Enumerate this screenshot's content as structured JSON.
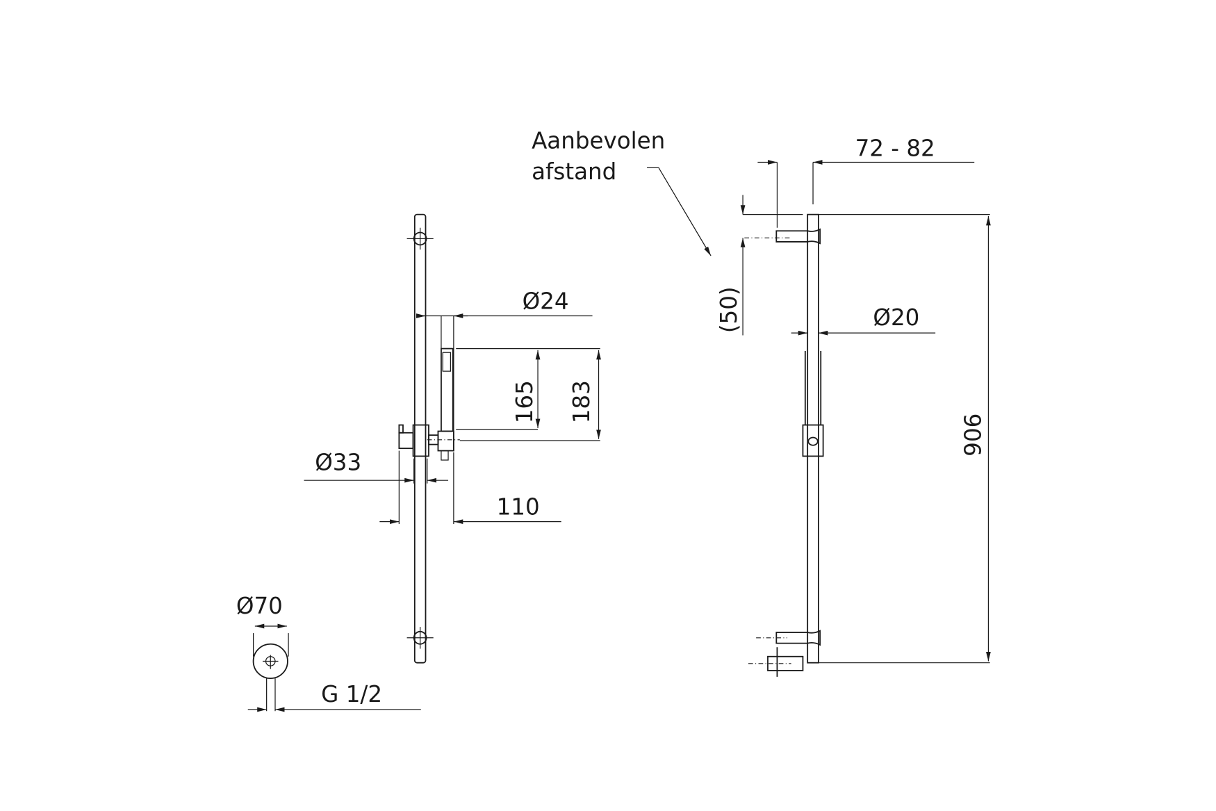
{
  "colors": {
    "line": "#1a1a1a",
    "background": "#ffffff"
  },
  "front_view": {
    "dim_hand_shower_diameter": "Ø24",
    "dim_hand_shower_length": "165",
    "dim_hand_shower_total": "183",
    "dim_slider_diameter": "Ø33",
    "dim_projection": "110"
  },
  "wall_outlet": {
    "dim_diameter": "Ø70",
    "dim_thread": "G 1/2"
  },
  "side_view": {
    "note_line1": "Aanbevolen",
    "note_line2": "afstand",
    "dim_wall_distance": "72 - 82",
    "dim_bracket_offset": "(50)",
    "dim_rail_diameter": "Ø20",
    "dim_rail_length": "906"
  }
}
